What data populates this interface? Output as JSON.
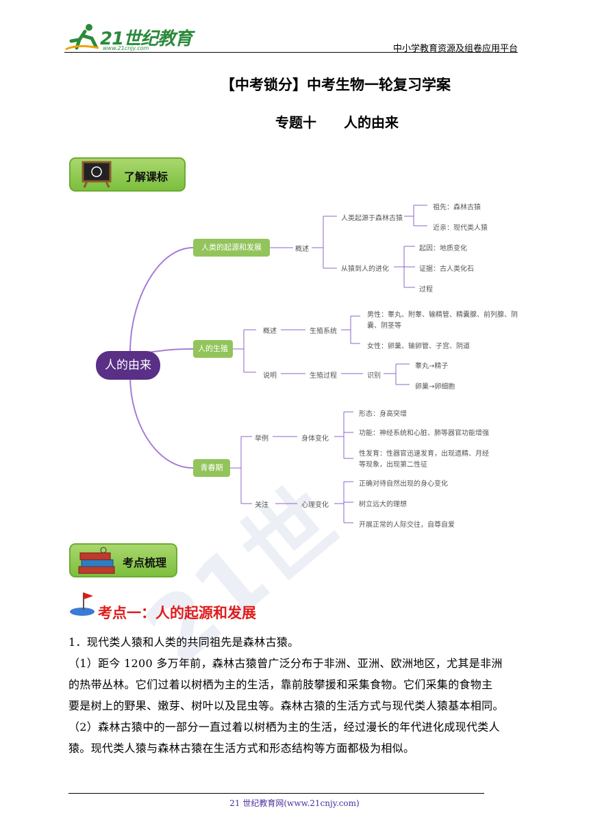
{
  "header": {
    "logo_text": "21世纪教育",
    "logo_url": "www.21cnjy.com",
    "platform": "中小学教育资源及组卷应用平台"
  },
  "title": {
    "main": "【中考锁分】中考生物一轮复习学案",
    "topic_no": "专题十",
    "topic_name": "人的由来"
  },
  "banners": {
    "curriculum": "了解课标",
    "points": "考点梳理"
  },
  "mindmap": {
    "root": "人的由来",
    "branch1": {
      "label": "人类的起源和发展",
      "sub": "概述",
      "a": "人类起源于森林古猿",
      "a_items": [
        "祖先：森林古猿",
        "近亲：现代类人猿"
      ],
      "b": "从猿到人的进化",
      "b_items": [
        "起因：地质变化",
        "证据：古人类化石",
        "过程"
      ]
    },
    "branch2": {
      "label": "人的生殖",
      "sub1": "概述",
      "sys": "生殖系统",
      "male_1": "男性：睾丸、附睾、输精管、精囊腺、前列腺、阴",
      "male_2": "囊、阴茎等",
      "female": "女性：卵巢、输卵管、子宫、阴道",
      "sub2": "说明",
      "proc": "生殖过程",
      "ident": "识别",
      "ident_items": [
        "睾丸→精子",
        "卵巢→卵细胞"
      ]
    },
    "branch3": {
      "label": "青春期",
      "sub1": "举例",
      "body": "身体变化",
      "body_items_1": "形态：身高突增",
      "body_items_2": "功能：神经系统和心脏、肺等器官功能增强",
      "body_items_3a": "性发育：性器官迅速发育，出现遗精、月经",
      "body_items_3b": "等现象，出现第二性征",
      "sub2": "关注",
      "mind": "心理变化",
      "mind_items": [
        "正确对待自然出现的身心变化",
        "树立远大的理想",
        "开展正常的人际交往，自尊自爱"
      ]
    }
  },
  "section1": {
    "title": "考点一：人的起源和发展",
    "p1": "1．现代类人猿和人类的共同祖先是森林古猿。",
    "p2_l1": "（1）距今 1200 多万年前，森林古猿曾广泛分布于非洲、亚洲、欧洲地区，尤其是非洲",
    "p2_l2": "的热带丛林。它们过着以树栖为主的生活，靠前肢攀援和采集食物。它们采集的食物主",
    "p2_l3": "要是树上的野果、嫩芽、树叶以及昆虫等。森林古猿的生活方式与现代类人猿基本相同。",
    "p3_l1": "（2）森林古猿中的一部分一直过着以树栖为主的生活，经过漫长的年代进化成现代类人",
    "p3_l2": "猿。现代类人猿与森林古猿在生活方式和形态结构等方面都极为相似。"
  },
  "footer": "21 世纪教育网(www.21cnjy.com)"
}
